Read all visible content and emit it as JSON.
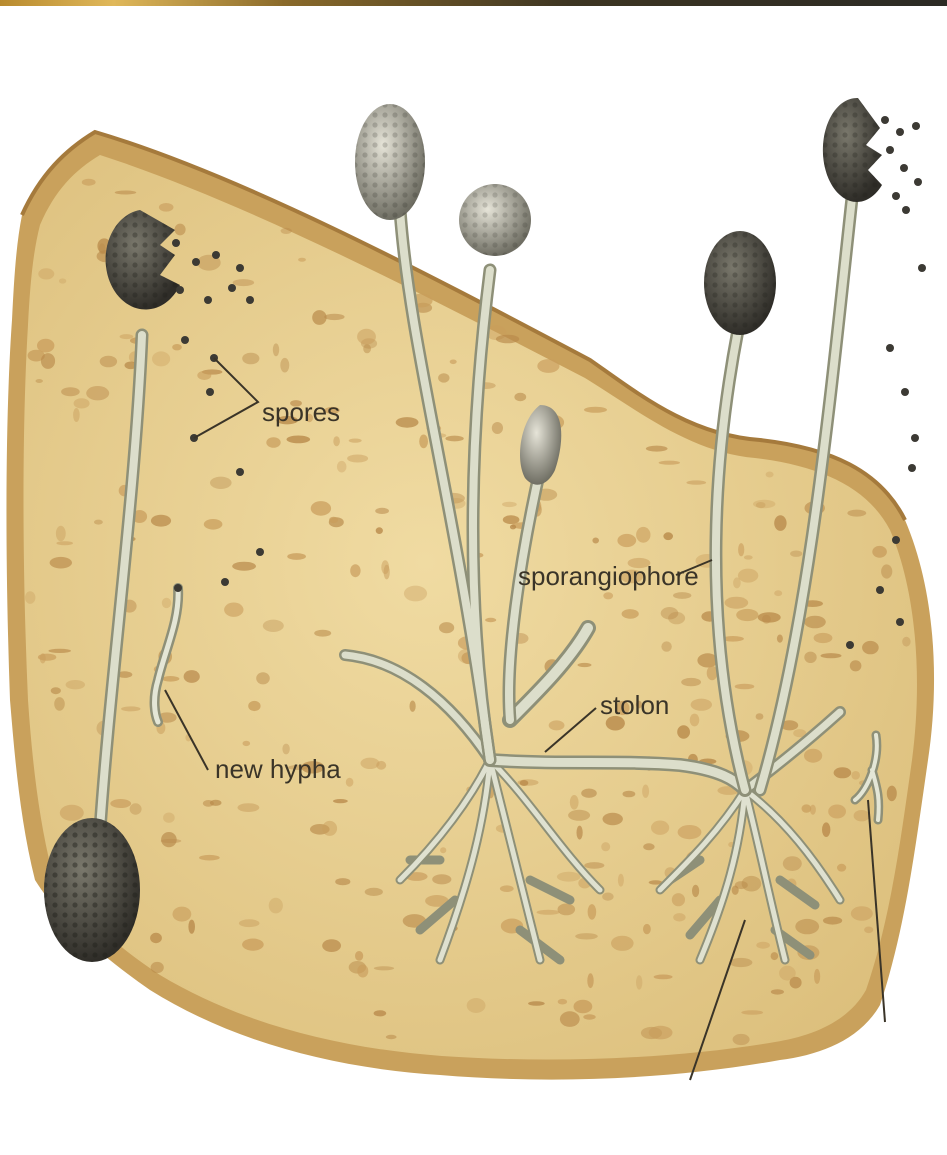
{
  "diagram": {
    "labels": {
      "spores": "spores",
      "sporangiophore": "sporangiophore",
      "stolon": "stolon",
      "new_hypha": "new hypha"
    },
    "colors": {
      "bread_crumb": "#e8cf8e",
      "bread_crust": "#c59a55",
      "bread_pore": "#b8894a",
      "stalk": "#d7d9c6",
      "stalk_outline": "#8e9078",
      "sporangium_dark": "#3f3d36",
      "sporangium_light": "#9b9a8c",
      "spore": "#3c3a34",
      "leader_line": "#3a3428"
    }
  }
}
